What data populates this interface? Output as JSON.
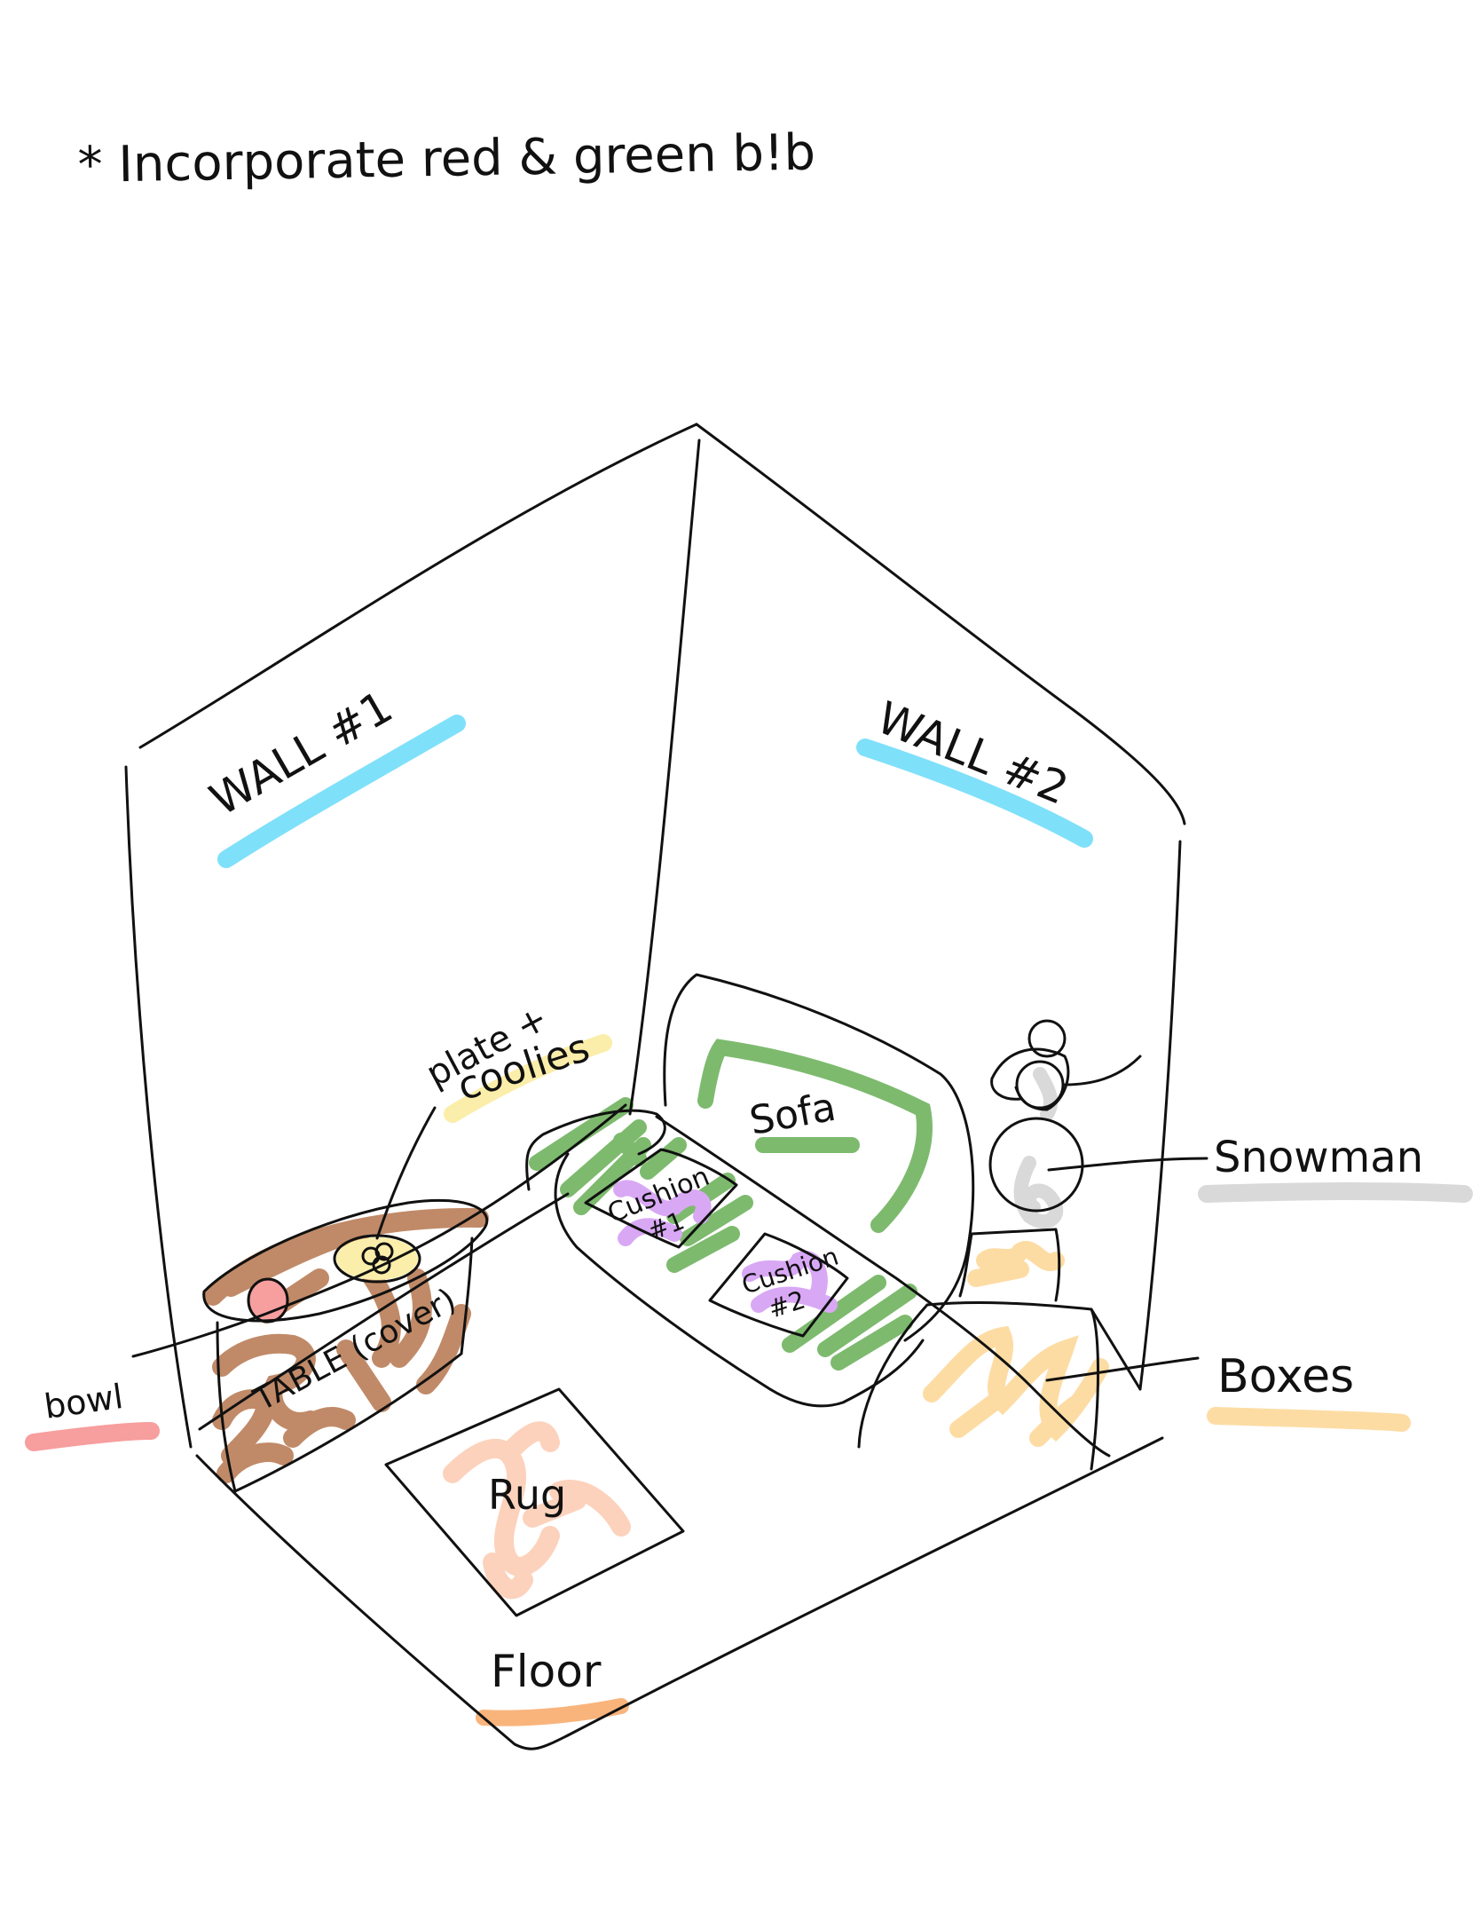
{
  "note": "* Incorporate red & green b!b",
  "labels": {
    "wall1": "WALL #1",
    "wall2": "WALL #2",
    "plate": "plate +",
    "cookies": "coolies",
    "sofa": "Sofa",
    "cushion1_a": "Cushion",
    "cushion1_b": "#1",
    "cushion2_a": "Cushion",
    "cushion2_b": "#2",
    "snowman": "Snowman",
    "boxes": "Boxes",
    "bowl": "bowl",
    "table": "TABLE (cover)",
    "rug": "Rug",
    "floor": "Floor"
  },
  "colors": {
    "ink": "#111111",
    "wall_marker": "#7fe0fa",
    "plate_marker": "#fbeeaa",
    "sofa_marker": "#7dba6e",
    "cushion_marker": "#d9a8f5",
    "snowman_marker": "#d9d9d9",
    "boxes_marker": "#fddca4",
    "bowl_marker": "#f79e9e",
    "table_marker": "#c08a68",
    "rug_marker": "#fcd2bc",
    "floor_marker": "#f9b47c"
  }
}
